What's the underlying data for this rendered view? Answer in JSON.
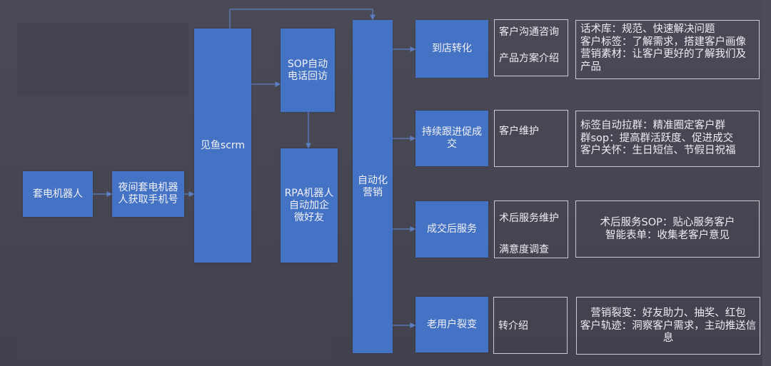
{
  "colors": {
    "background": "#484855",
    "node_fill": "#4472c4",
    "connector": "#5b7fc0",
    "box_border": "#c9c9d2",
    "text": "#f0f0f4"
  },
  "sources": {
    "call_robot": "套电机器人",
    "night_call_robot": "夜间套电机器\n人获取手机号",
    "jianyu_scrm": "见鱼scrm",
    "sop_callback": "SOP自动\n电话回访",
    "rpa_robot": "RPA机器人\n自动加企\n微好友",
    "automated_marketing": "自动化\n营销"
  },
  "stages": [
    {
      "label": "到店转化",
      "actions": [
        "客户沟通咨询",
        "产品方案介绍"
      ],
      "details": "话术库：规范、快速解决问题\n客户标签：了解需求，搭建客户画像\n营销素材：让客户更好的了解我们及\n产品"
    },
    {
      "label": "持续跟进促成\n交",
      "actions": [
        "客户维护"
      ],
      "details": "标签自动拉群：精准圈定客户群\n群sop：提高群活跃度、促进成交\n客户关怀：生日短信、节假日祝福"
    },
    {
      "label": "成交后服务",
      "actions": [
        "术后服务维护",
        "满意度调查"
      ],
      "details": "术后服务SOP：贴心服务客户\n智能表单：收集老客户意见"
    },
    {
      "label": "老用户裂变",
      "actions": [
        "转介绍"
      ],
      "details": "营销裂变：好友助力、抽奖、红包\n客户轨迹：洞察客户需求，主动推送信\n息"
    }
  ]
}
